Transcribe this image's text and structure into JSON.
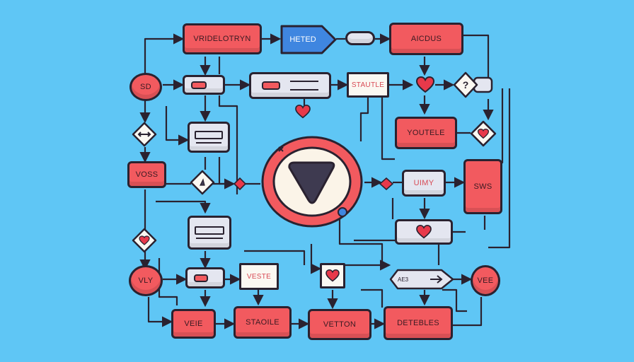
{
  "colors": {
    "background": "#5fc6f5",
    "node_red": "#f25a5f",
    "node_grey": "#e4e6f0",
    "node_blue": "#3f86e0",
    "outline": "#2a2230",
    "heart": "#e8394a"
  },
  "labels": {
    "top_left": "VRIDELOTRYN",
    "top_blue": "HETED",
    "top_right": "AICDUS",
    "left_circle": "SD",
    "mid_tag": "STAUTLE",
    "right_box": "YOUTELE",
    "left_box": "VOSS",
    "mid_right_box": "UIMY",
    "right_tall": "SWS",
    "bottom_left_circle": "VLY",
    "mid_small": "VESTE",
    "right_circle": "VEE",
    "bottom_1": "VEIE",
    "bottom_2": "STAOILE",
    "bottom_3": "VETTON",
    "bottom_4": "DETEBLES",
    "arrow_tag": "AE3"
  },
  "icons": [
    "heart-icon",
    "question-icon",
    "play-triangle-icon",
    "diamond-icon",
    "arrow-icon"
  ]
}
